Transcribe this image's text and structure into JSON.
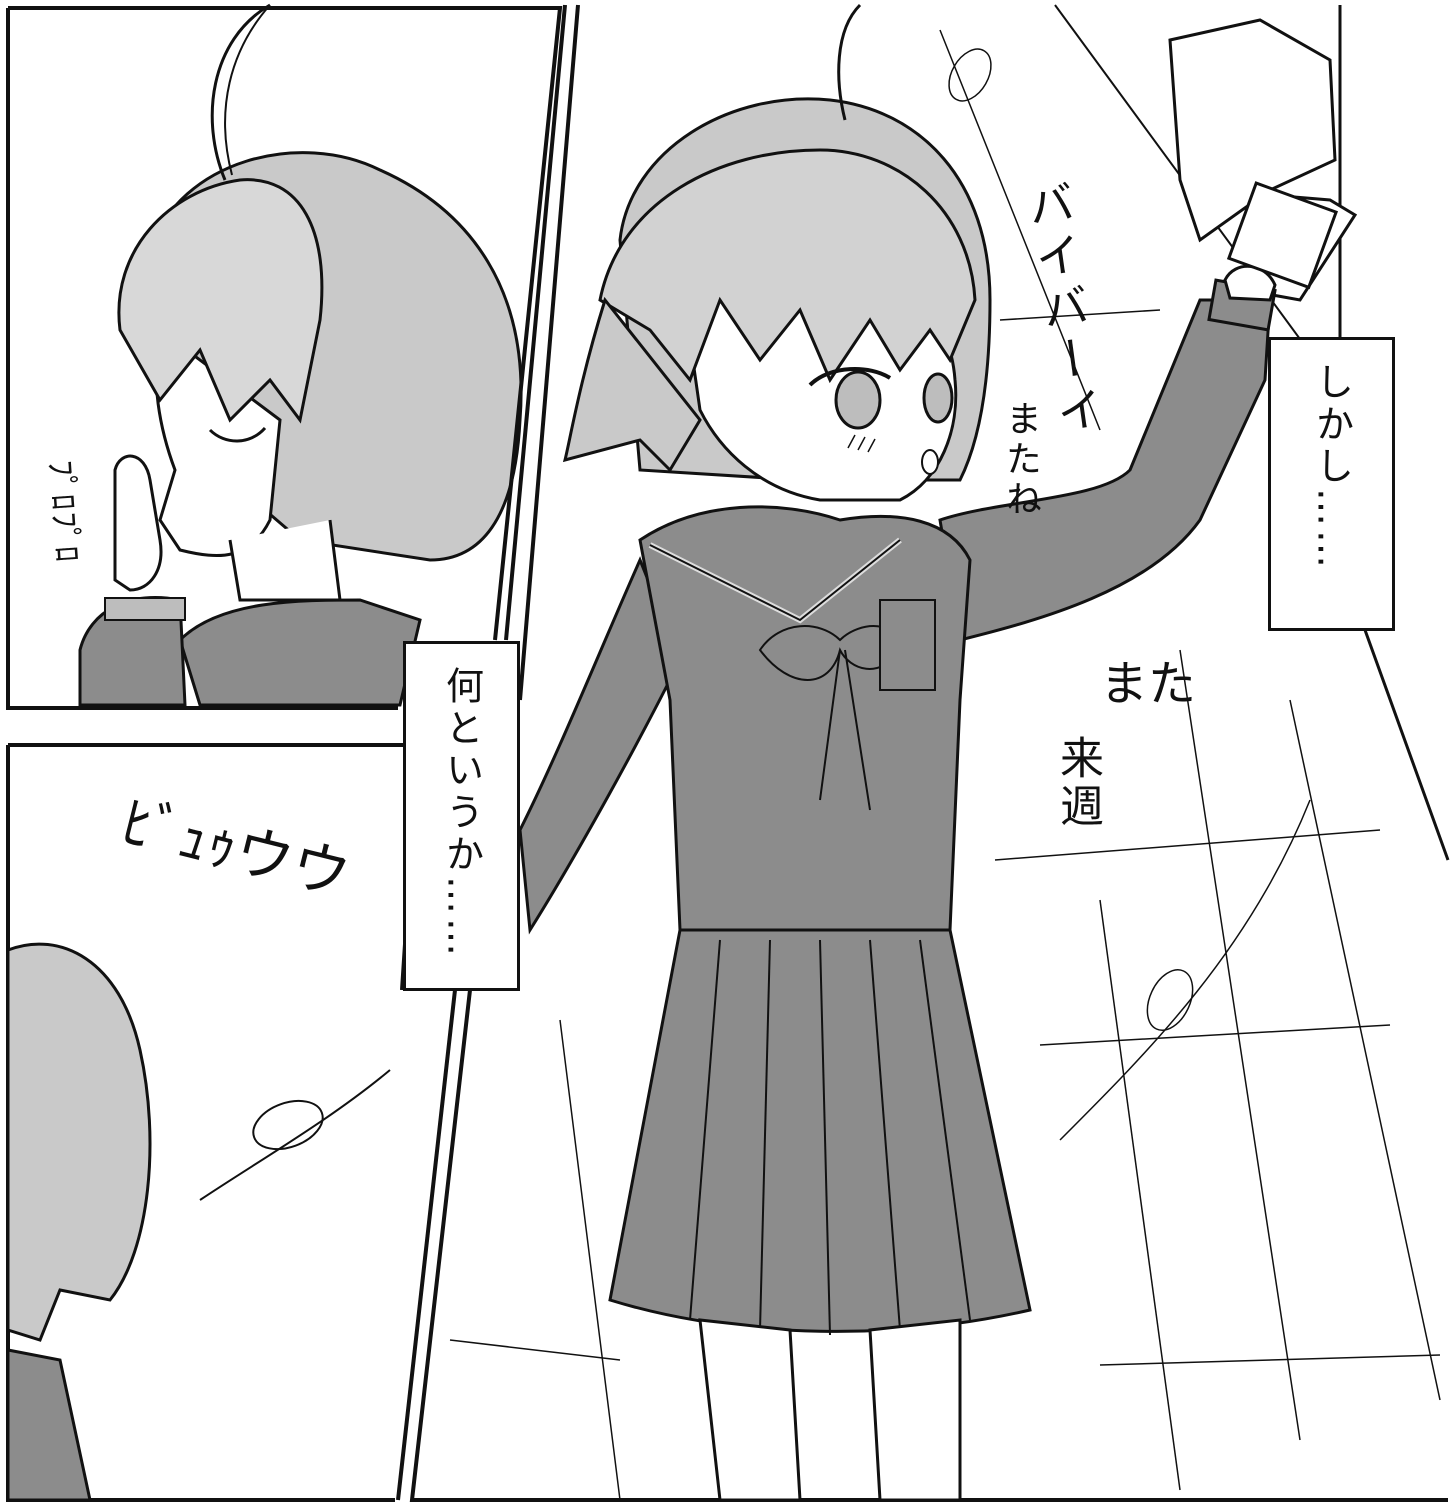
{
  "panels": {
    "top_left": {
      "sfx": "ﾌﾟﾛﾌﾟﾛ"
    },
    "bottom_left": {
      "sfx": "ﾋﾞｭｩウウ"
    },
    "right": {
      "narration_left": "何というか……",
      "narration_right": "しかし……",
      "sfx_bye": "バイバーイ",
      "sfx_matane": "またね",
      "sfx_mata": "また",
      "sfx_raishu": "来週"
    }
  },
  "colors": {
    "ink": "#111111",
    "hair": "#c9c9c9",
    "uniform": "#8c8c8c",
    "uniform_shade": "#767676",
    "skin": "#ffffff",
    "background": "#ffffff"
  }
}
